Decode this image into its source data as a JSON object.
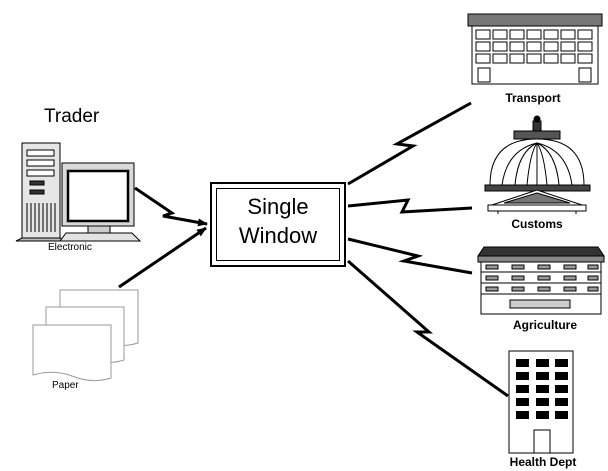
{
  "trader_label": "Trader",
  "electronic_label": "Electronic",
  "paper_label": "Paper",
  "single_window": {
    "line1": "Single",
    "line2": "Window"
  },
  "departments": {
    "transport": "Transport",
    "customs": "Customs",
    "agriculture": "Agriculture",
    "health": "Health Dept"
  }
}
